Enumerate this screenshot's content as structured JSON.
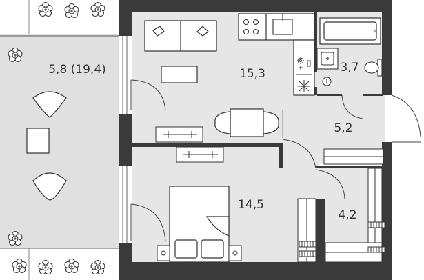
{
  "rooms": {
    "terrace": {
      "area": "5,8 (19,4)"
    },
    "living_kitchen": {
      "area": "15,3"
    },
    "bathroom": {
      "area": "3,7"
    },
    "hallway": {
      "area": "5,2"
    },
    "bedroom": {
      "area": "14,5"
    },
    "closet": {
      "area": "4,2"
    }
  },
  "colors": {
    "wall": "#3a3a3a",
    "room_fill": "#e6e6e6",
    "terrace_fill": "#e0e0e0",
    "line": "#444444",
    "furniture_fill": "#ffffff"
  },
  "icons": [
    "plant-icon",
    "sink-icon",
    "stove-icon",
    "bathtub-icon",
    "toilet-icon",
    "bed-icon",
    "sofa-icon",
    "table-icon",
    "radiator-icon"
  ]
}
